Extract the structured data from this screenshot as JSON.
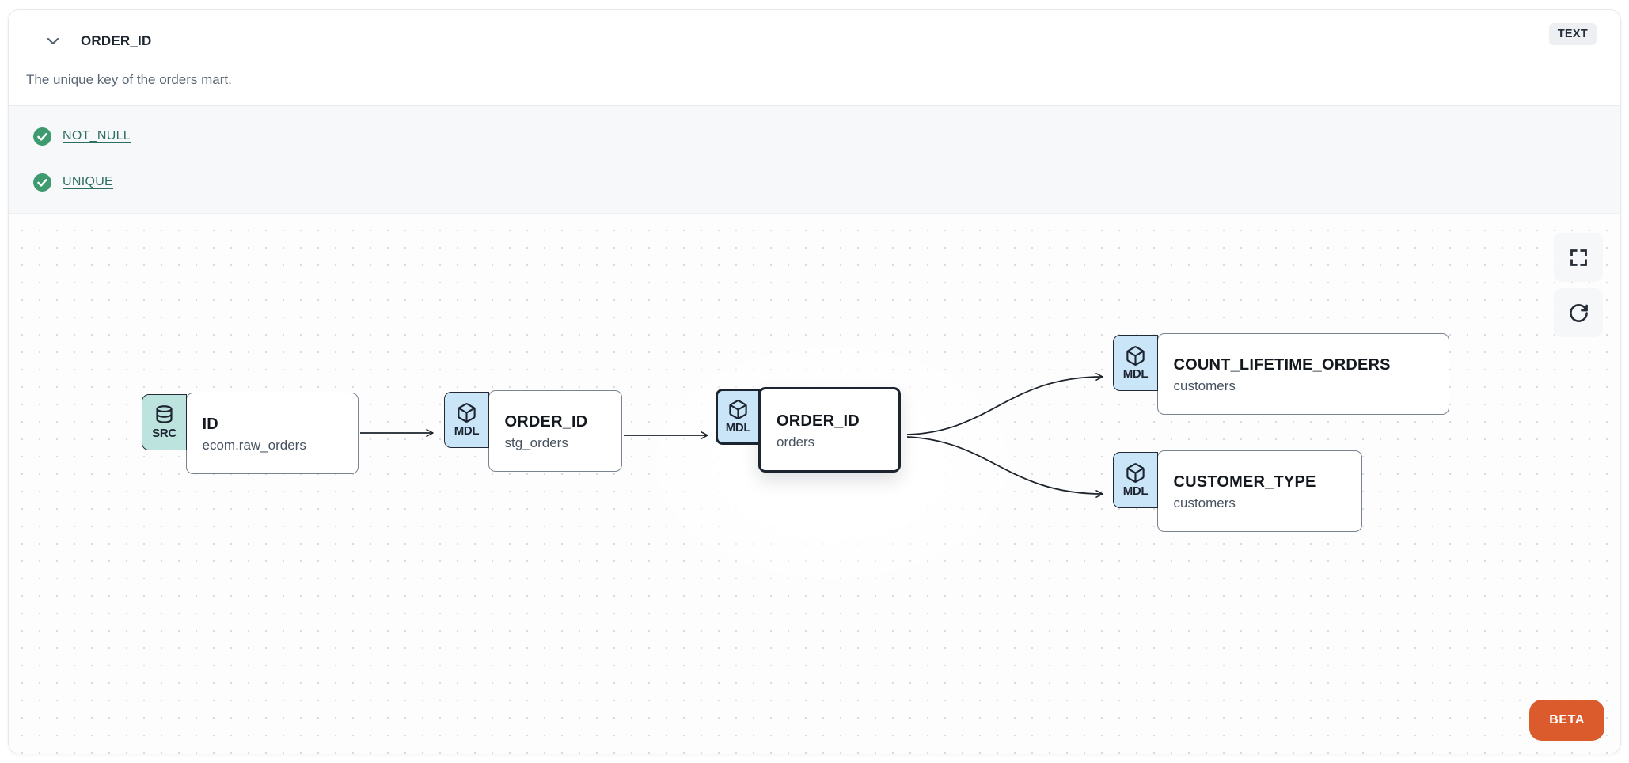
{
  "header": {
    "title": "ORDER_ID",
    "description": "The unique key of the orders mart.",
    "type_badge": "TEXT"
  },
  "tests": [
    {
      "label": "NOT_NULL",
      "status": "pass"
    },
    {
      "label": "UNIQUE",
      "status": "pass"
    }
  ],
  "lineage": {
    "nodes": [
      {
        "badge": "SRC",
        "icon": "database-icon",
        "title": "ID",
        "subtitle": "ecom.raw_orders",
        "selected": false
      },
      {
        "badge": "MDL",
        "icon": "cube-icon",
        "title": "ORDER_ID",
        "subtitle": "stg_orders",
        "selected": false
      },
      {
        "badge": "MDL",
        "icon": "cube-icon",
        "title": "ORDER_ID",
        "subtitle": "orders",
        "selected": true
      },
      {
        "badge": "MDL",
        "icon": "cube-icon",
        "title": "COUNT_LIFETIME_ORDERS",
        "subtitle": "customers",
        "selected": false
      },
      {
        "badge": "MDL",
        "icon": "cube-icon",
        "title": "CUSTOMER_TYPE",
        "subtitle": "customers",
        "selected": false
      }
    ],
    "edges": [
      {
        "from": "ID.ecom.raw_orders",
        "to": "ORDER_ID.stg_orders"
      },
      {
        "from": "ORDER_ID.stg_orders",
        "to": "ORDER_ID.orders"
      },
      {
        "from": "ORDER_ID.orders",
        "to": "COUNT_LIFETIME_ORDERS.customers"
      },
      {
        "from": "ORDER_ID.orders",
        "to": "CUSTOMER_TYPE.customers"
      }
    ]
  },
  "controls": {
    "beta_label": "BETA"
  },
  "colors": {
    "accent_orange": "#dc5b2c",
    "test_link_teal": "#2c6e60",
    "check_green": "#3e9b6f",
    "src_badge_bg": "#bce3de",
    "mdl_badge_bg": "#cbe5f8",
    "node_border": "#79828f",
    "selected_border": "#1b242f",
    "edge": "#1c232b"
  }
}
